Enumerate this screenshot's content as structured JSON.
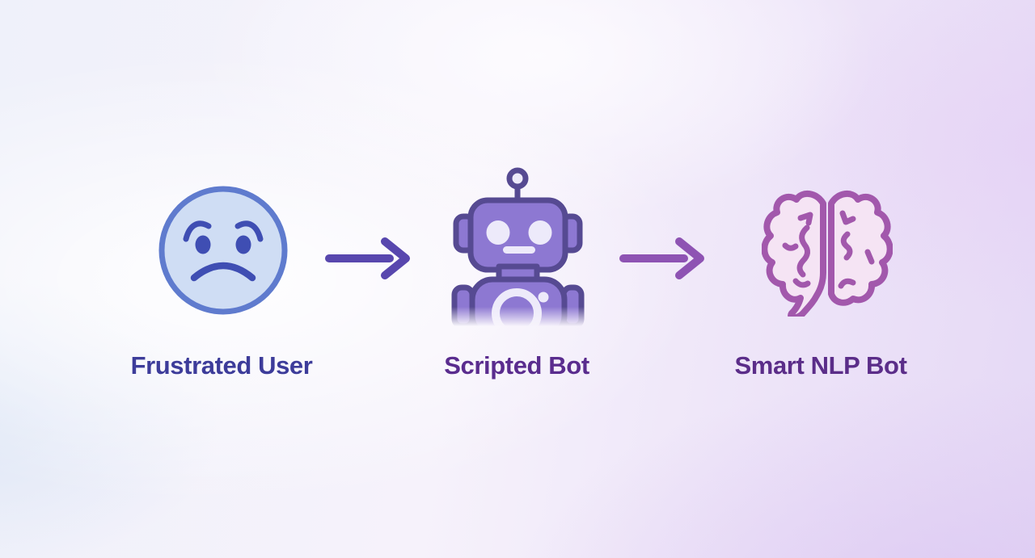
{
  "diagram": {
    "steps": [
      {
        "id": "frustrated-user",
        "label": "Frustrated User",
        "icon": "frustrated-face-icon"
      },
      {
        "id": "scripted-bot",
        "label": "Scripted Bot",
        "icon": "robot-icon"
      },
      {
        "id": "smart-nlp-bot",
        "label": "Smart NLP Bot",
        "icon": "brain-icon"
      }
    ],
    "connections": [
      {
        "from": "frustrated-user",
        "to": "scripted-bot",
        "icon": "arrow-right-icon"
      },
      {
        "from": "scripted-bot",
        "to": "smart-nlp-bot",
        "icon": "arrow-right-icon"
      }
    ]
  },
  "colors": {
    "face-fill": "#cfddf4",
    "face-stroke": "#5f7bce",
    "face-feature": "#3f4eb3",
    "robot-fill": "#8d78d2",
    "robot-outline": "#564a92",
    "robot-detail": "#edeafa",
    "brain-fill": "#f5e4f4",
    "brain-stroke": "#a258ac",
    "arrow-1": "#5847ae",
    "arrow-2": "#8e53b3",
    "label-1": "#3d3c9a",
    "label-2": "#5a2c8e",
    "label-3": "#5b2d89"
  }
}
